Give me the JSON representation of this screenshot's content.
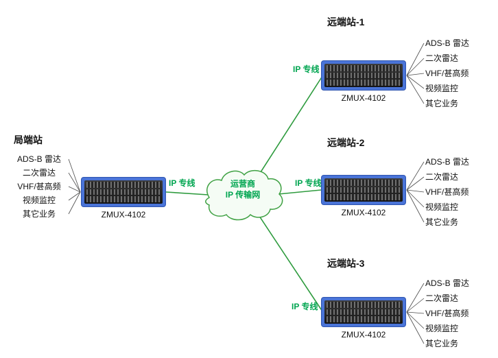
{
  "diagram": {
    "cloud": {
      "line1": "运营商",
      "line2": "IP 传输网"
    },
    "link_label": "IP 专线",
    "device_label": "ZMUX-4102",
    "services": [
      "ADS-B 雷达",
      "二次雷达",
      "VHF/甚高频",
      "视频监控",
      "其它业务"
    ],
    "stations": [
      {
        "id": "local",
        "title": "局端站"
      },
      {
        "id": "remote-1",
        "title": "远端站-1"
      },
      {
        "id": "remote-2",
        "title": "远端站-2"
      },
      {
        "id": "remote-3",
        "title": "远端站-3"
      }
    ],
    "colors": {
      "link_green": "#2e9b3e",
      "label_green": "#00a550",
      "cloud_stroke": "#3fa143",
      "cloud_fill": "#f5fcf5",
      "device_blue": "#4a74d8",
      "connector_gray": "#4a4a4a"
    }
  }
}
